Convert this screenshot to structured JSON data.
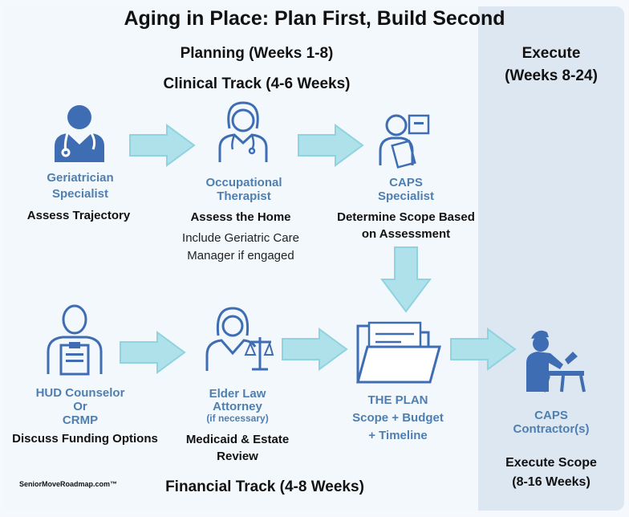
{
  "title": "Aging in Place: Plan First, Build Second",
  "planning_heading": "Planning (Weeks 1-8)",
  "clinical_track": "Clinical Track (4-6 Weeks)",
  "financial_track": "Financial Track (4-8 Weeks)",
  "execute_heading": "Execute",
  "execute_weeks": "(Weeks 8-24)",
  "brand": "SeniorMoveRoadmap.com™",
  "colors": {
    "accent": "#4f7fb0",
    "icon": "#3f6db4",
    "arrow": "#8ed3df",
    "execute_panel": "#dde7f2"
  },
  "nodes": {
    "geriatrician": {
      "icon": "doctor-icon",
      "role_line1": "Geriatrician",
      "role_line2": "Specialist",
      "task": "Assess Trajectory"
    },
    "ot": {
      "icon": "nurse-icon",
      "role_line1": "Occupational",
      "role_line2": "Therapist",
      "task": "Assess the Home",
      "note_line1": "Include Geriatric Care",
      "note_line2": "Manager if engaged"
    },
    "caps_specialist": {
      "icon": "inspector-clipboard-icon",
      "role_line1": "CAPS",
      "role_line2": "Specialist",
      "task_line1": "Determine Scope Based",
      "task_line2": "on Assessment"
    },
    "hud": {
      "icon": "counselor-clipboard-icon",
      "role_line1": "HUD Counselor",
      "role_line2": "Or",
      "role_line3": "CRMP",
      "task": "Discuss Funding Options"
    },
    "elder_law": {
      "icon": "attorney-icon",
      "role_line1": "Elder Law",
      "role_line2": "Attorney",
      "role_line3": "(if necessary)",
      "task_line1": "Medicaid & Estate",
      "task_line2": "Review"
    },
    "plan": {
      "icon": "folder-icon",
      "title": "THE PLAN",
      "line1": "Scope + Budget",
      "line2": "+ Timeline"
    },
    "contractor": {
      "icon": "carpenter-icon",
      "role_line1": "CAPS",
      "role_line2": "Contractor(s)",
      "task_line1": "Execute Scope",
      "task_line2": "(8-16 Weeks)"
    }
  }
}
